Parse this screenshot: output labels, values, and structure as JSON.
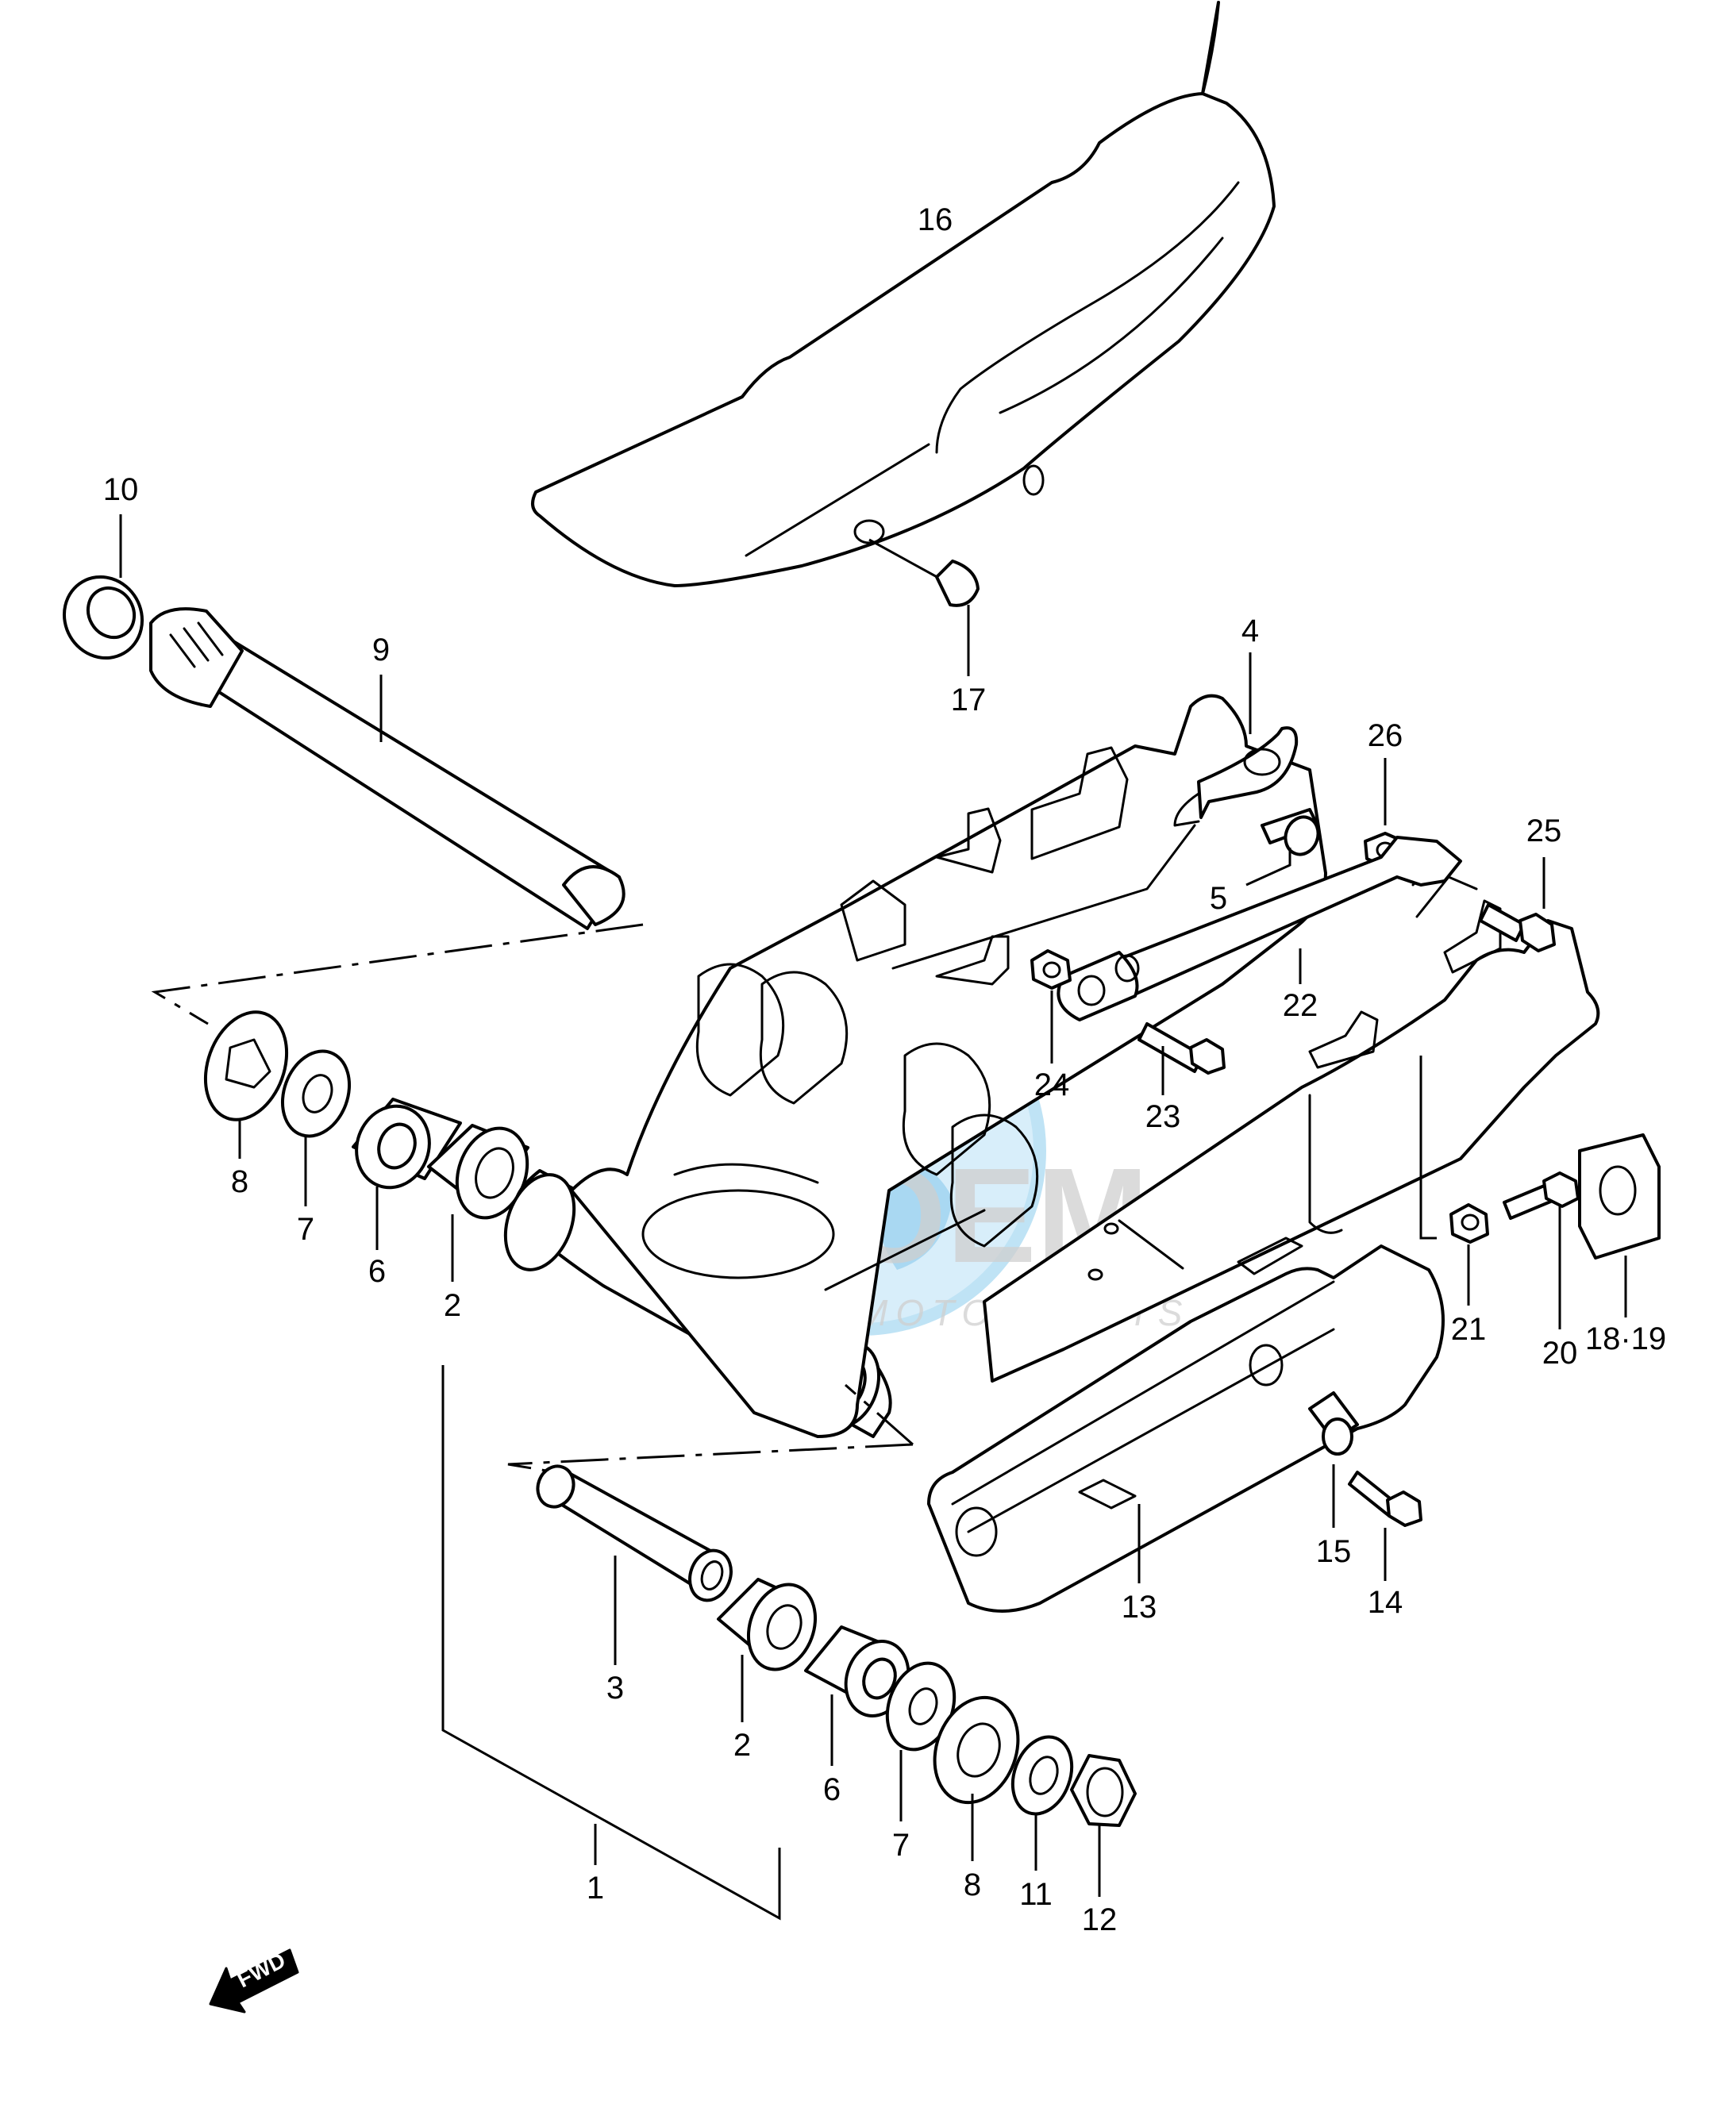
{
  "watermark": {
    "brand": "OEM",
    "subtitle": "MOTORPARTS",
    "globe_color": "#bfe3f5",
    "text_color": "#c8c8c8"
  },
  "direction_badge": {
    "label": "FWD",
    "icon": "arrow-left-down-icon"
  },
  "callouts": [
    {
      "id": "c16",
      "text": "16"
    },
    {
      "id": "c10",
      "text": "10"
    },
    {
      "id": "c9",
      "text": "9"
    },
    {
      "id": "c17",
      "text": "17"
    },
    {
      "id": "c4",
      "text": "4"
    },
    {
      "id": "c26",
      "text": "26"
    },
    {
      "id": "c25",
      "text": "25"
    },
    {
      "id": "c5",
      "text": "5"
    },
    {
      "id": "c22",
      "text": "22"
    },
    {
      "id": "c24",
      "text": "24"
    },
    {
      "id": "c23",
      "text": "23"
    },
    {
      "id": "c8a",
      "text": "8"
    },
    {
      "id": "c7a",
      "text": "7"
    },
    {
      "id": "c6a",
      "text": "6"
    },
    {
      "id": "c2a",
      "text": "2"
    },
    {
      "id": "c18",
      "text": "18·19"
    },
    {
      "id": "c21",
      "text": "21"
    },
    {
      "id": "c20",
      "text": "20"
    },
    {
      "id": "c15",
      "text": "15"
    },
    {
      "id": "c14",
      "text": "14"
    },
    {
      "id": "c13",
      "text": "13"
    },
    {
      "id": "c3",
      "text": "3"
    },
    {
      "id": "c2b",
      "text": "2"
    },
    {
      "id": "c6b",
      "text": "6"
    },
    {
      "id": "c7b",
      "text": "7"
    },
    {
      "id": "c8b",
      "text": "8"
    },
    {
      "id": "c11",
      "text": "11"
    },
    {
      "id": "c12",
      "text": "12"
    },
    {
      "id": "c1",
      "text": "1"
    }
  ]
}
